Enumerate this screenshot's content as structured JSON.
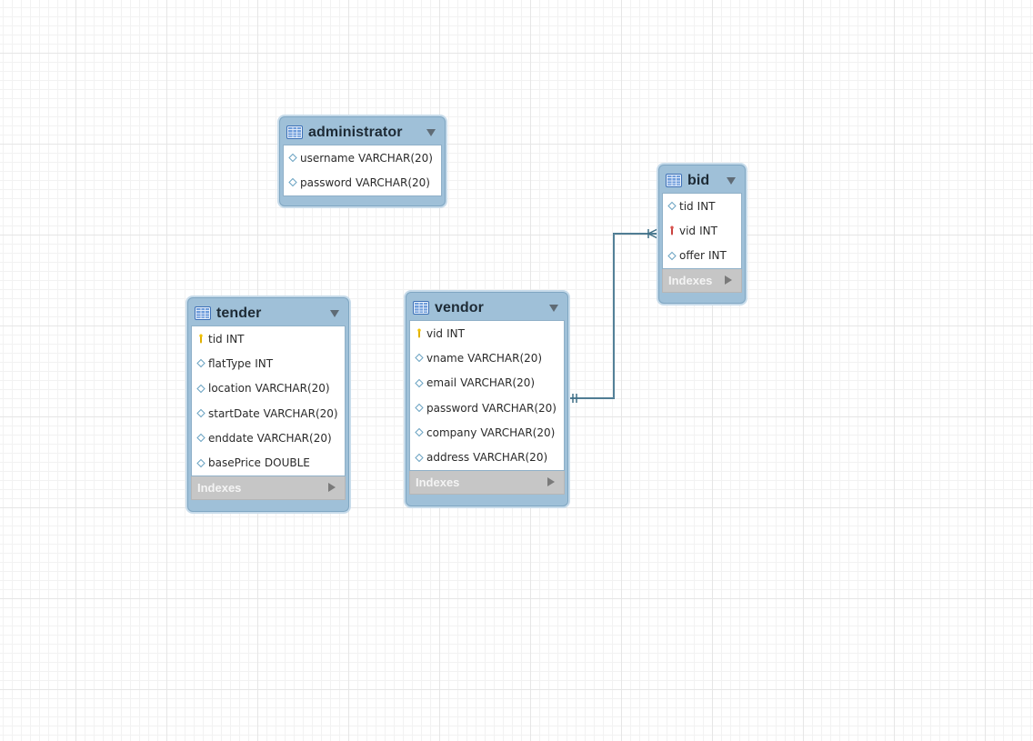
{
  "diagram": {
    "entities": [
      {
        "id": "administrator",
        "title": "administrator",
        "columns": [
          {
            "name": "username",
            "type": "VARCHAR(20)",
            "icon": "nullable-column-diamond-icon"
          },
          {
            "name": "password",
            "type": "VARCHAR(20)",
            "icon": "nullable-column-diamond-icon"
          }
        ],
        "has_indexes": false
      },
      {
        "id": "bid",
        "title": "bid",
        "columns": [
          {
            "name": "tid",
            "type": "INT",
            "icon": "nullable-column-diamond-icon"
          },
          {
            "name": "vid",
            "type": "INT",
            "icon": "foreign-key-icon"
          },
          {
            "name": "offer",
            "type": "INT",
            "icon": "nullable-column-diamond-icon"
          }
        ],
        "has_indexes": true,
        "indexes_label": "Indexes"
      },
      {
        "id": "tender",
        "title": "tender",
        "columns": [
          {
            "name": "tid",
            "type": "INT",
            "icon": "primary-key-icon"
          },
          {
            "name": "flatType",
            "type": "INT",
            "icon": "nullable-column-diamond-icon"
          },
          {
            "name": "location",
            "type": "VARCHAR(20)",
            "icon": "nullable-column-diamond-icon"
          },
          {
            "name": "startDate",
            "type": "VARCHAR(20)",
            "icon": "nullable-column-diamond-icon"
          },
          {
            "name": "enddate",
            "type": "VARCHAR(20)",
            "icon": "nullable-column-diamond-icon"
          },
          {
            "name": "basePrice",
            "type": "DOUBLE",
            "icon": "nullable-column-diamond-icon"
          }
        ],
        "has_indexes": true,
        "indexes_label": "Indexes"
      },
      {
        "id": "vendor",
        "title": "vendor",
        "columns": [
          {
            "name": "vid",
            "type": "INT",
            "icon": "primary-key-icon"
          },
          {
            "name": "vname",
            "type": "VARCHAR(20)",
            "icon": "nullable-column-diamond-icon"
          },
          {
            "name": "email",
            "type": "VARCHAR(20)",
            "icon": "nullable-column-diamond-icon"
          },
          {
            "name": "password",
            "type": "VARCHAR(20)",
            "icon": "nullable-column-diamond-icon"
          },
          {
            "name": "company",
            "type": "VARCHAR(20)",
            "icon": "nullable-column-diamond-icon"
          },
          {
            "name": "address",
            "type": "VARCHAR(20)",
            "icon": "nullable-column-diamond-icon"
          }
        ],
        "has_indexes": true,
        "indexes_label": "Indexes"
      }
    ],
    "relationships": [
      {
        "from": "vendor",
        "to": "bid",
        "from_cardinality": "one-and-only-one",
        "to_cardinality": "one-or-many"
      }
    ],
    "colors": {
      "entity_header": "#9fc0d8",
      "entity_border": "#7fa6c2",
      "indexes_bar": "#c6c6c6",
      "relationship_line": "#3f6f86",
      "primary_key": "#f2c200",
      "foreign_key": "#d9534f",
      "nullable_diamond": "#6aa3c2"
    }
  }
}
